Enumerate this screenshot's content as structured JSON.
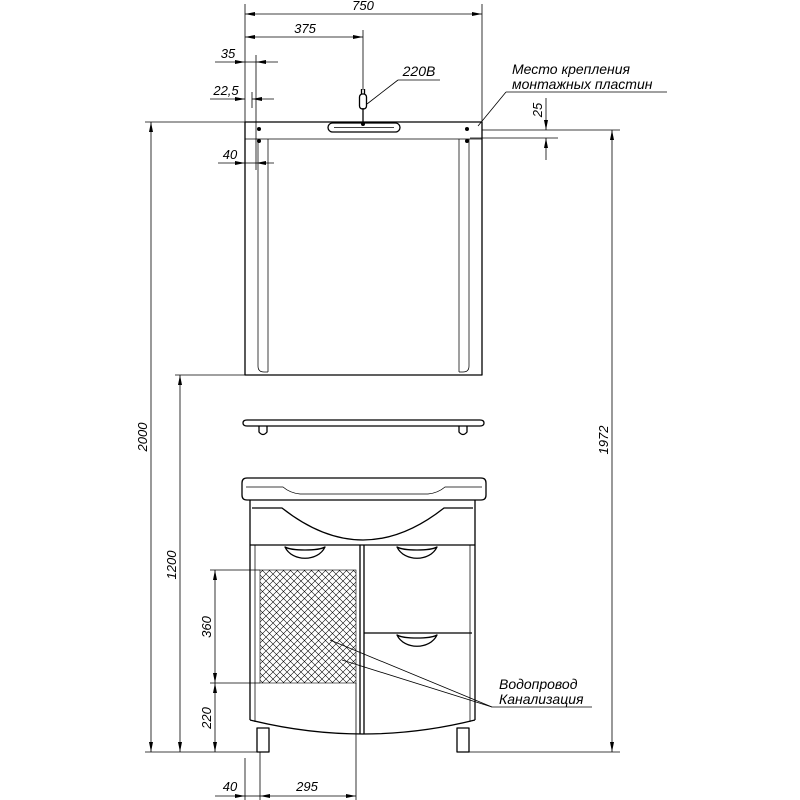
{
  "dimensions": {
    "mirror_width": "750",
    "mirror_half_width": "375",
    "mount_hole_offset": "35",
    "mount_edge_offset": "22,5",
    "mount_side_offset": "40",
    "mount_vertical_offset": "25",
    "total_height": "2000",
    "mount_height": "1972",
    "mirror_bottom_height": "1200",
    "pipe_zone_height": "360",
    "pipe_zone_floor_offset": "220",
    "pipe_zone_left_offset": "40",
    "pipe_zone_width": "295"
  },
  "labels": {
    "power": "220В",
    "mounting_line_1": "Место крепления",
    "mounting_line_2": "монтажных пластин",
    "water_supply": "Водопровод",
    "sewage": "Канализация"
  }
}
